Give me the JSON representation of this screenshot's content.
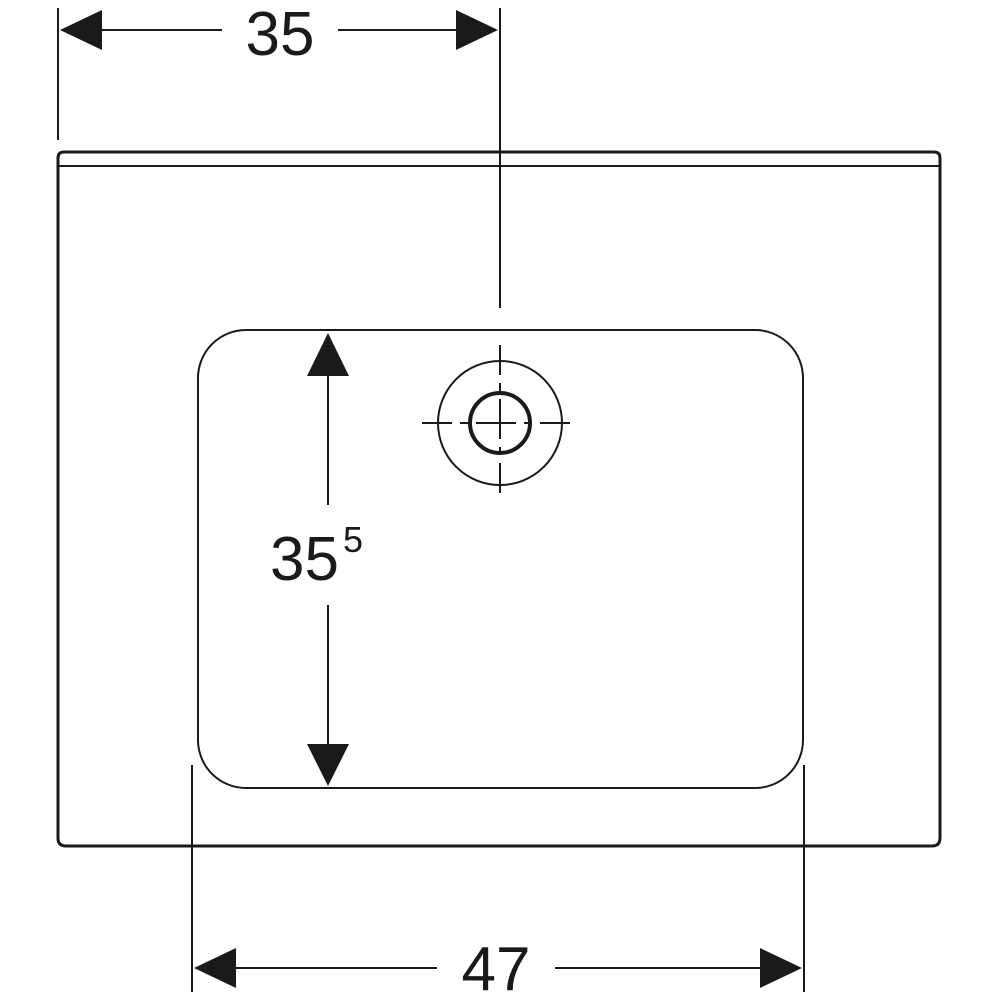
{
  "dimensions": {
    "top_width": {
      "label": "35"
    },
    "bowl_depth": {
      "label": "35",
      "superscript": "5"
    },
    "bowl_width": {
      "label": "47"
    }
  },
  "colors": {
    "stroke": "#1a1a1a",
    "background": "#ffffff"
  },
  "icons": {
    "drain": "drain-hole-icon",
    "arrows": "arrowhead-icon"
  }
}
